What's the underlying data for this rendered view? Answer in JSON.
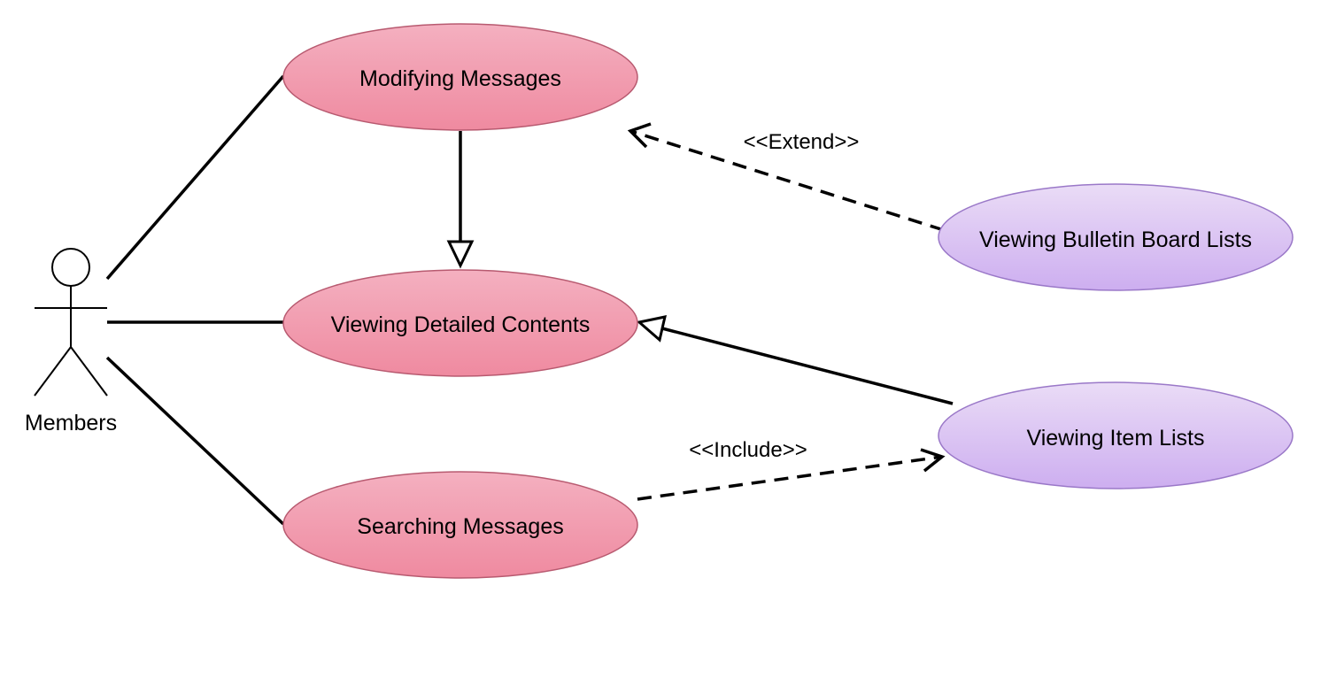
{
  "actor": {
    "name": "Members"
  },
  "use_cases": {
    "modifying_messages": "Modifying Messages",
    "viewing_detailed_contents": "Viewing Detailed Contents",
    "searching_messages": "Searching Messages",
    "viewing_bulletin_board_lists": "Viewing Bulletin Board Lists",
    "viewing_item_lists": "Viewing Item Lists"
  },
  "relations": {
    "extend_label": "<<Extend>>",
    "include_label": "<<Include>>"
  },
  "colors": {
    "pink_top": "#f4b0c0",
    "pink_bottom": "#ef8aa0",
    "pink_stroke": "#b85a70",
    "purple_top": "#eadcf6",
    "purple_bottom": "#cdaef0",
    "purple_stroke": "#9a78c8"
  }
}
